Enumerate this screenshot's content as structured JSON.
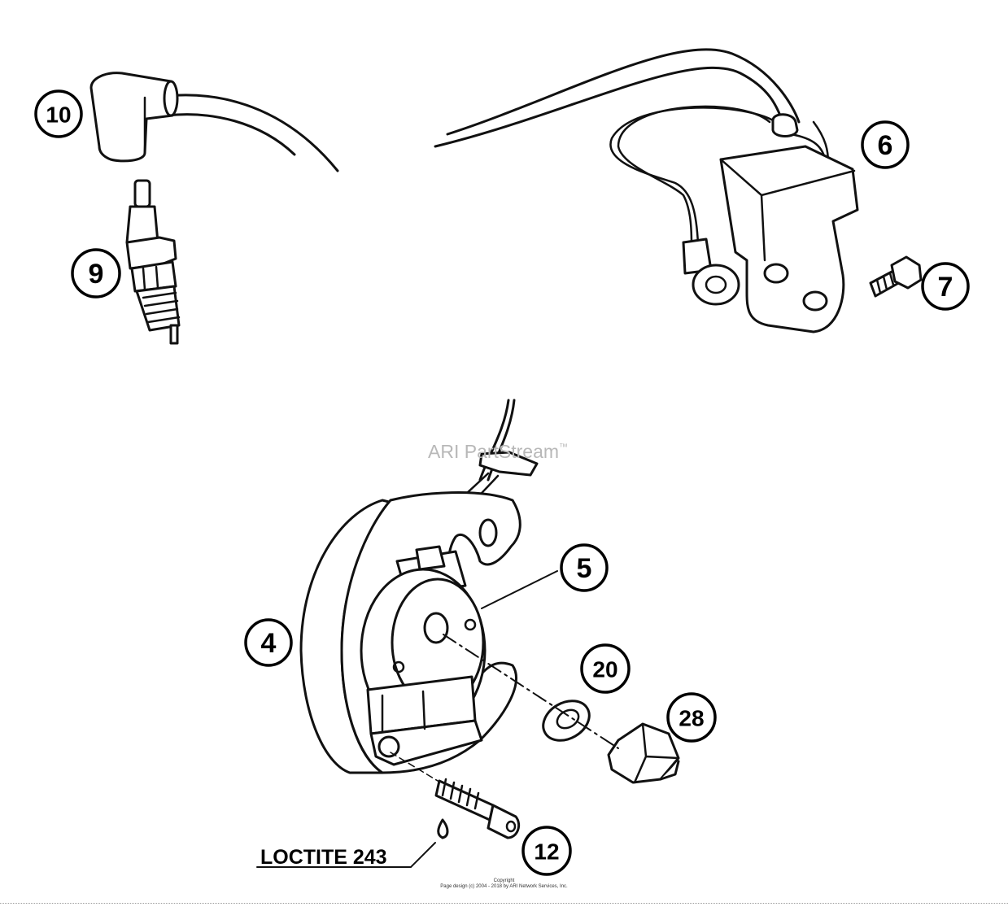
{
  "watermark": {
    "text": "ARI PartStream",
    "mark": "™"
  },
  "callouts": {
    "c10": "10",
    "c9": "9",
    "c6": "6",
    "c7": "7",
    "c5": "5",
    "c4": "4",
    "c20": "20",
    "c28": "28",
    "c12": "12"
  },
  "note": {
    "loctite": "LOCTITE 243"
  },
  "footer": {
    "copyright_label": "Copyright",
    "copyright_text": "Page design (c) 2004 - 2018 by ARI Network Services, Inc."
  }
}
